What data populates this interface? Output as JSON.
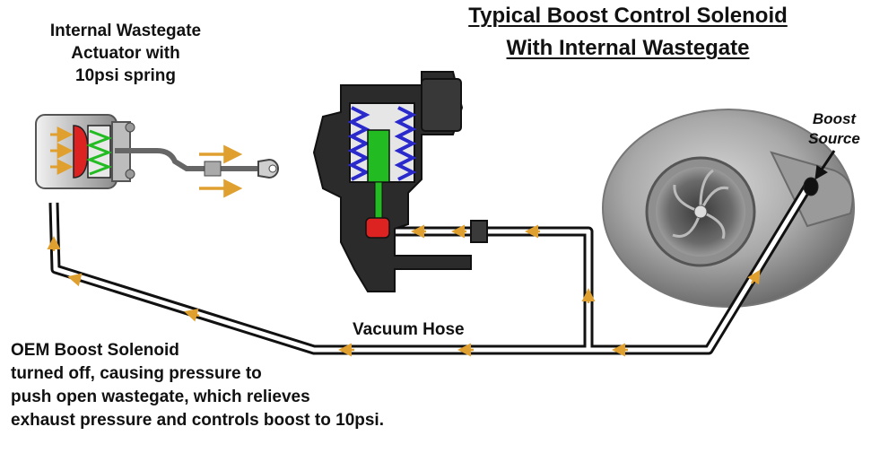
{
  "title": {
    "line1": "Typical Boost Control Solenoid",
    "line2": "With Internal Wastegate"
  },
  "labels": {
    "actuator": [
      "Internal Wastegate",
      "Actuator with",
      "10psi spring"
    ],
    "boost_source": [
      "Boost",
      "Source"
    ],
    "vacuum_hose": "Vacuum Hose",
    "caption": [
      "OEM Boost Solenoid",
      "turned off, causing pressure to",
      "push open wastegate, which relieves",
      "exhaust pressure and controls boost to 10psi."
    ]
  },
  "colors": {
    "hose": "#111111",
    "arrow": "#e0a030",
    "spring": "#2a2acc",
    "plunger": "#22bb22",
    "valve": "#dd2222",
    "housing": "#2b2b2b",
    "turbo": "#a3a3a3"
  }
}
